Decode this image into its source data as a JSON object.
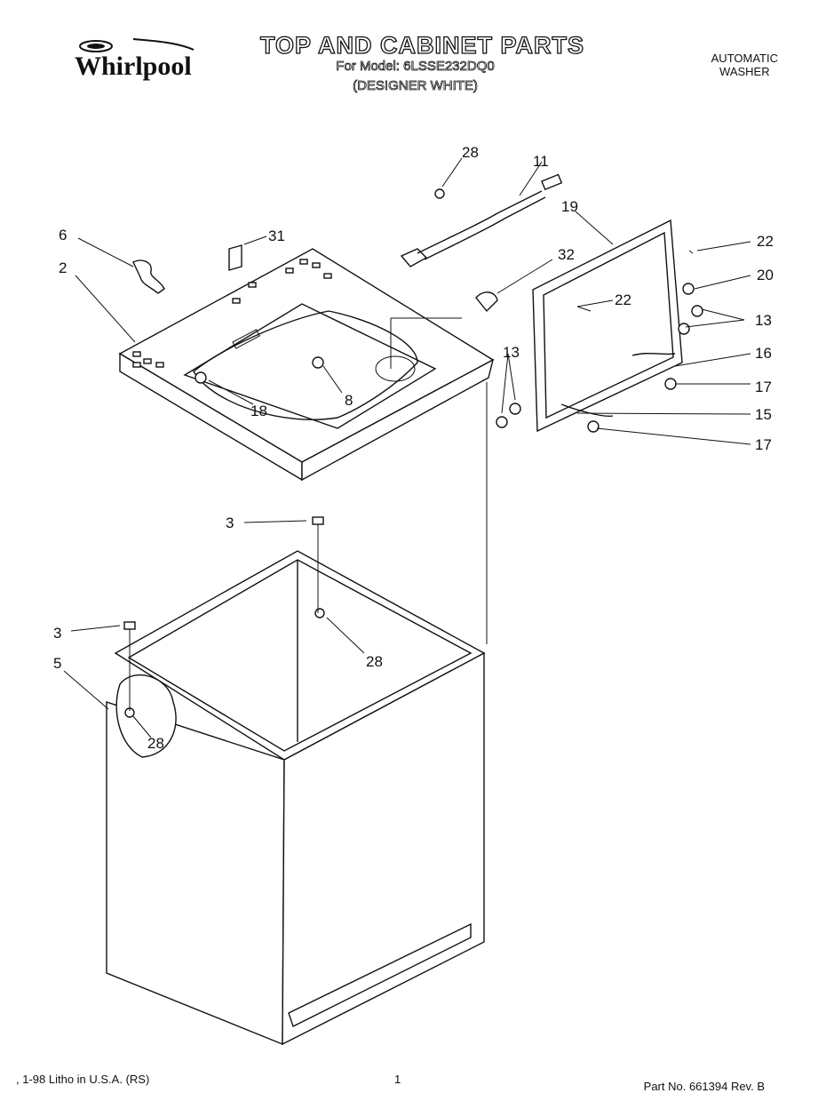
{
  "header": {
    "brand": "Whirlpool",
    "title": "TOP AND CABINET PARTS",
    "model_line": "For Model: 6LSSE232DQ0",
    "color_line": "(DESIGNER WHITE)",
    "product_type_line1": "AUTOMATIC",
    "product_type_line2": "WASHER"
  },
  "callouts": {
    "c28a": "28",
    "c11": "11",
    "c19": "19",
    "c6": "6",
    "c31": "31",
    "c2": "2",
    "c32": "32",
    "c22a": "22",
    "c22b": "22",
    "c20": "20",
    "c13a": "13",
    "c13b": "13",
    "c16": "16",
    "c17a": "17",
    "c15": "15",
    "c17b": "17",
    "c18": "18",
    "c8": "8",
    "c3a": "3",
    "c3b": "3",
    "c28b": "28",
    "c5": "5",
    "c28c": "28"
  },
  "footer": {
    "print_info": ", 1-98 Litho in U.S.A. (RS)",
    "page_number": "1",
    "part_number": "Part No. 661394 Rev. B"
  }
}
